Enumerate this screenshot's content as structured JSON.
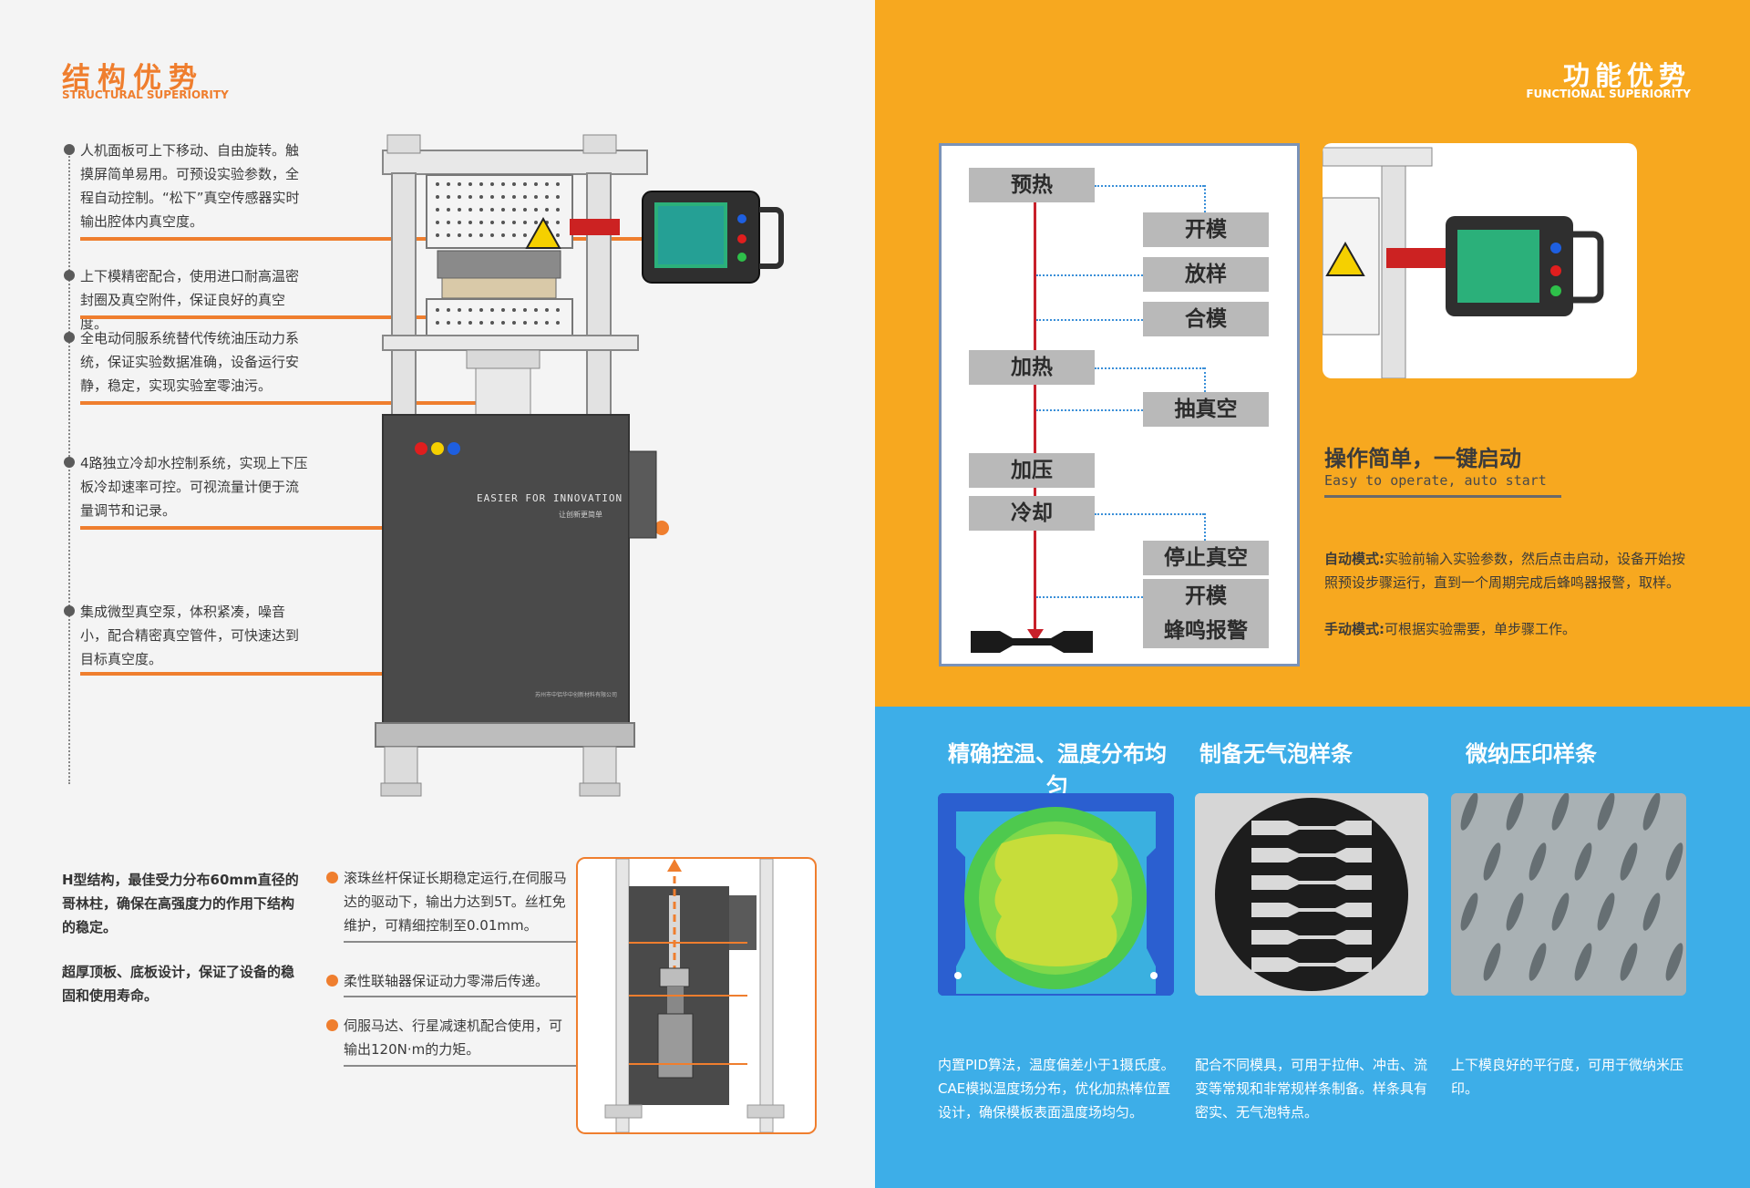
{
  "left_page": {
    "title_cn": "结构优势",
    "title_en": "STRUCTURAL SUPERIORITY",
    "features": [
      {
        "text": "人机面板可上下移动、自由旋转。触摸屏简单易用。可预设实验参数，全程自动控制。“松下”真空传感器实时输出腔体内真空度。"
      },
      {
        "text": "上下模精密配合，使用进口耐高温密封圈及真空附件，保证良好的真空度。"
      },
      {
        "text": "全电动伺服系统替代传统油压动力系统，保证实验数据准确，设备运行安静，稳定，实现实验室零油污。"
      },
      {
        "text": "4路独立冷却水控制系统，实现上下压板冷却速率可控。可视流量计便于流量调节和记录。"
      },
      {
        "text": "集成微型真空泵，体积紧凑，噪音小，配合精密真空管件，可快速达到目标真空度。"
      }
    ],
    "machine_label": "EASIER FOR INNOVATION",
    "machine_sublabel": "让创新更简单",
    "machine_tiny": "苏州市中铝华中创新材料有限公司",
    "h_structure": "H型结构，最佳受力分布60mm直径的哥林柱，确保在高强度力的作用下结构的稳定。",
    "thick_plate": "超厚顶板、底板设计，保证了设备的稳固和使用寿命。",
    "drive_notes": [
      {
        "text": "滚珠丝杆保证长期稳定运行,在伺服马达的驱动下，输出力达到5T。丝杠免维护，可精细控制至0.01mm。"
      },
      {
        "text": "柔性联轴器保证动力零滞后传递。"
      },
      {
        "text": "伺服马达、行星减速机配合使用，可输出120N·m的力矩。"
      }
    ]
  },
  "right_top": {
    "title_cn": "功能优势",
    "title_en": "FUNCTIONAL SUPERIORITY",
    "flow": {
      "left_steps": [
        "预热",
        "加热",
        "加压",
        "冷却"
      ],
      "right_steps": [
        "开模",
        "放样",
        "合模",
        "抽真空",
        "停止真空",
        "开模",
        "蜂鸣报警"
      ]
    },
    "op_title": "操作简单，一键启动",
    "op_subtitle": "Easy to operate, auto  start",
    "auto_mode_label": "自动模式:",
    "auto_mode_text": "实验前输入实验参数，然后点击启动，设备开始按照预设步骤运行，直到一个周期完成后蜂鸣器报警，取样。",
    "manual_mode_label": "手动模式:",
    "manual_mode_text": "可根据实验需要，单步骤工作。"
  },
  "right_bottom": {
    "features": [
      {
        "title": "精确控温、温度分布均匀",
        "text": "内置PID算法，温度偏差小于1摄氏度。CAE模拟温度场分布，优化加热棒位置设计，确保模板表面温度场均匀。"
      },
      {
        "title": "制备无气泡样条",
        "text": "配合不同模具，可用于拉伸、冲击、流变等常规和非常规样条制备。样条具有密实、无气泡特点。"
      },
      {
        "title": "微纳压印样条",
        "text": "上下模良好的平行度，可用于微纳米压印。"
      }
    ]
  },
  "colors": {
    "orange": "#ef7e2e",
    "yellow_bg": "#f7a81f",
    "blue_bg": "#3daee8",
    "machine_body": "#4a4a4a"
  }
}
